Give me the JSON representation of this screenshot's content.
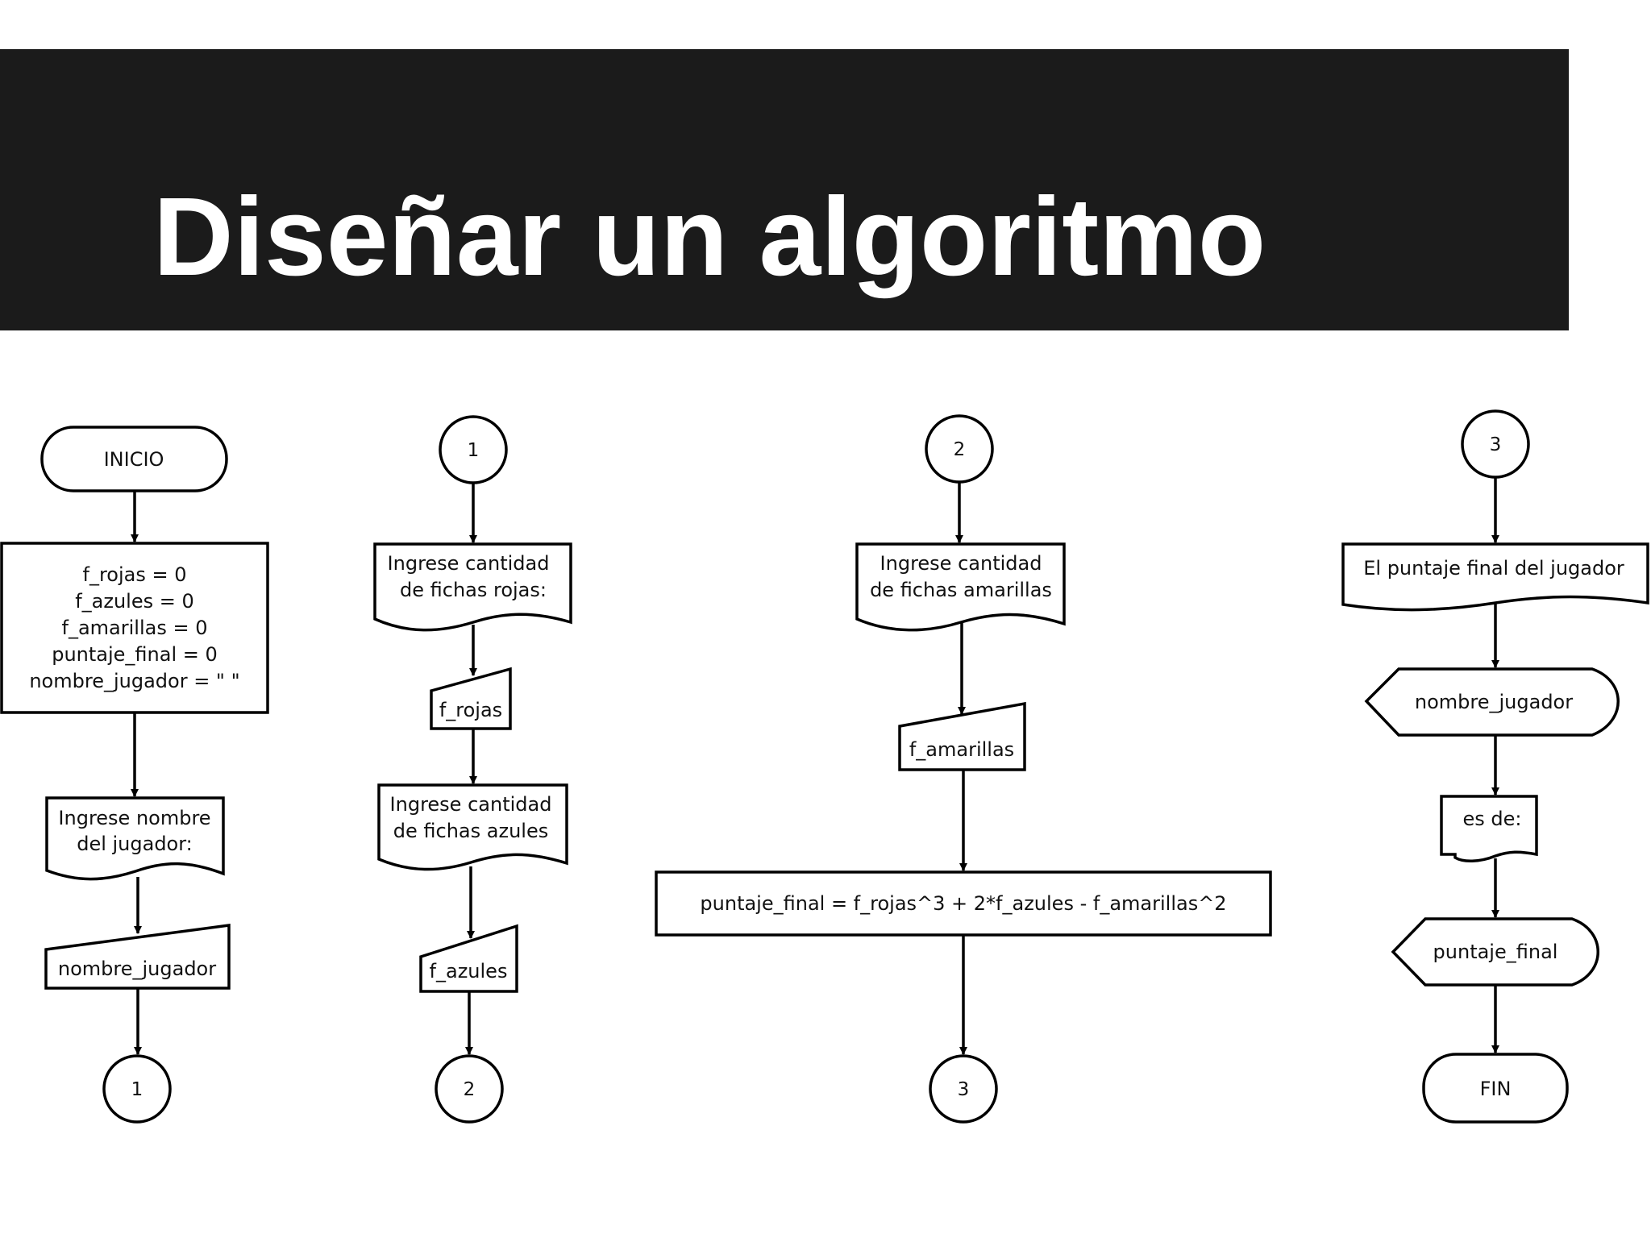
{
  "slide": {
    "title": "Diseñar un algoritmo"
  },
  "column1": {
    "start": "INICIO",
    "init_lines": [
      "f_rojas = 0",
      "f_azules = 0",
      "f_amarillas = 0",
      "puntaje_final = 0",
      "nombre_jugador = \" \""
    ],
    "prompt_lines": [
      "Ingrese nombre",
      "del jugador:"
    ],
    "input_var": "nombre_jugador",
    "connector_out": "1"
  },
  "column2": {
    "connector_in": "1",
    "prompt_rojas_lines": [
      "Ingrese cantidad",
      "de fichas rojas:"
    ],
    "input_rojas": "f_rojas",
    "prompt_azules_lines": [
      "Ingrese cantidad",
      "de fichas azules"
    ],
    "input_azules": "f_azules",
    "connector_out": "2"
  },
  "column3": {
    "connector_in": "2",
    "prompt_lines": [
      "Ingrese cantidad",
      "de fichas amarillas"
    ],
    "input_var": "f_amarillas",
    "formula": "puntaje_final = f_rojas^3 + 2*f_azules - f_amarillas^2",
    "connector_out": "3"
  },
  "column4": {
    "connector_in": "3",
    "output_text": "El puntaje final del jugador",
    "display_name": "nombre_jugador",
    "output_es_de": "es de:",
    "display_score": "puntaje_final",
    "end": "FIN"
  }
}
